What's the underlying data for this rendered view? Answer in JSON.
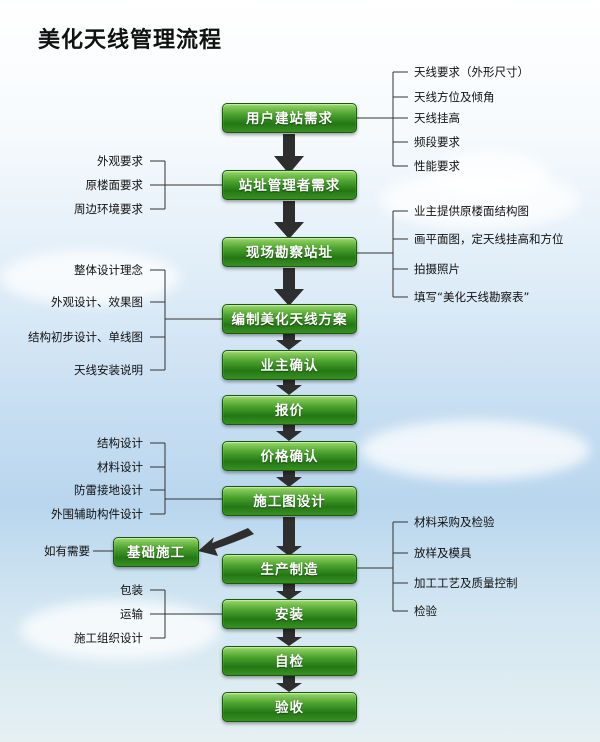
{
  "title": "美化天线管理流程",
  "nodes": {
    "user_request": "用户建站需求",
    "site_manager": "站址管理者需求",
    "site_survey": "现场勘察站址",
    "design_plan": "编制美化天线方案",
    "owner_confirm": "业主确认",
    "quote": "报价",
    "price_confirm": "价格确认",
    "construction_drawing": "施工图设计",
    "foundation": "基础施工",
    "production": "生产制造",
    "install": "安装",
    "self_check": "自检",
    "acceptance": "验收"
  },
  "annotations": {
    "user_request": [
      "天线要求（外形尺寸）",
      "天线方位及倾角",
      "天线挂高",
      "频段要求",
      "性能要求"
    ],
    "site_manager": [
      "外观要求",
      "原楼面要求",
      "周边环境要求"
    ],
    "site_survey": [
      "业主提供原楼面结构图",
      "画平面图，定天线挂高和方位",
      "拍摄照片",
      "填写“美化天线勘察表”"
    ],
    "design_plan": [
      "整体设计理念",
      "外观设计、效果图",
      "结构初步设计、单线图",
      "天线安装说明"
    ],
    "construction_drawing": [
      "结构设计",
      "材料设计",
      "防雷接地设计",
      "外围辅助构件设计"
    ],
    "foundation": [
      "如有需要"
    ],
    "production": [
      "材料采购及检验",
      "放样及模具",
      "加工工艺及质量控制",
      "检验"
    ],
    "install": [
      "包装",
      "运输",
      "施工组织设计"
    ]
  }
}
